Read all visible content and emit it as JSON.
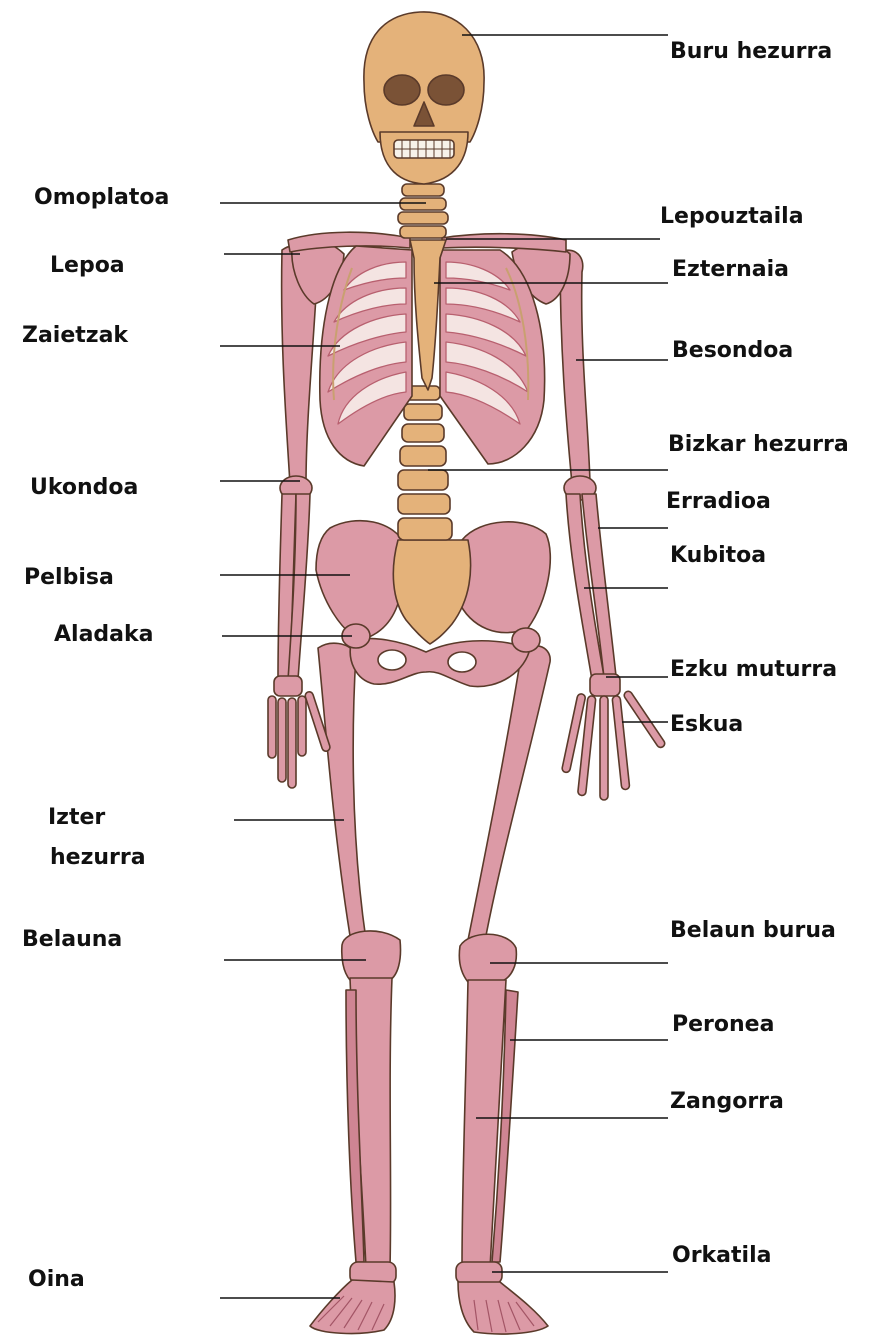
{
  "diagram": {
    "title": "",
    "colors": {
      "bone_pink": "#dc9aa6",
      "bone_pink_dark": "#b8606f",
      "bone_tan": "#e4b27a",
      "bone_tan_dark": "#b27a40",
      "outline": "#5a3a2a",
      "rib_fill": "#f4e4e2",
      "label_text": "#111111",
      "leader_line": "#111111"
    },
    "labels": {
      "buru_hezurra": "Buru hezurra",
      "omoplatoa": "Omoplatoa",
      "lepouztaila": "Lepouztaila",
      "lepoa": "Lepoa",
      "ezternaia": "Ezternaia",
      "zaietzak": "Zaietzak",
      "besondoa": "Besondoa",
      "bizkar_hezurra": "Bizkar hezurra",
      "ukondoa": "Ukondoa",
      "erradioa": "Erradioa",
      "kubitoa": "Kubitoa",
      "pelbisa": "Pelbisa",
      "aladaka": "Aladaka",
      "ezku_muturra": "Ezku muturra",
      "eskua": "Eskua",
      "izter_hezurra_1": "Izter",
      "izter_hezurra_2": "hezurra",
      "belauna": "Belauna",
      "belaun_burua": "Belaun burua",
      "peronea": "Peronea",
      "zangorra": "Zangorra",
      "oina": "Oina",
      "orkatila": "Orkatila"
    }
  }
}
